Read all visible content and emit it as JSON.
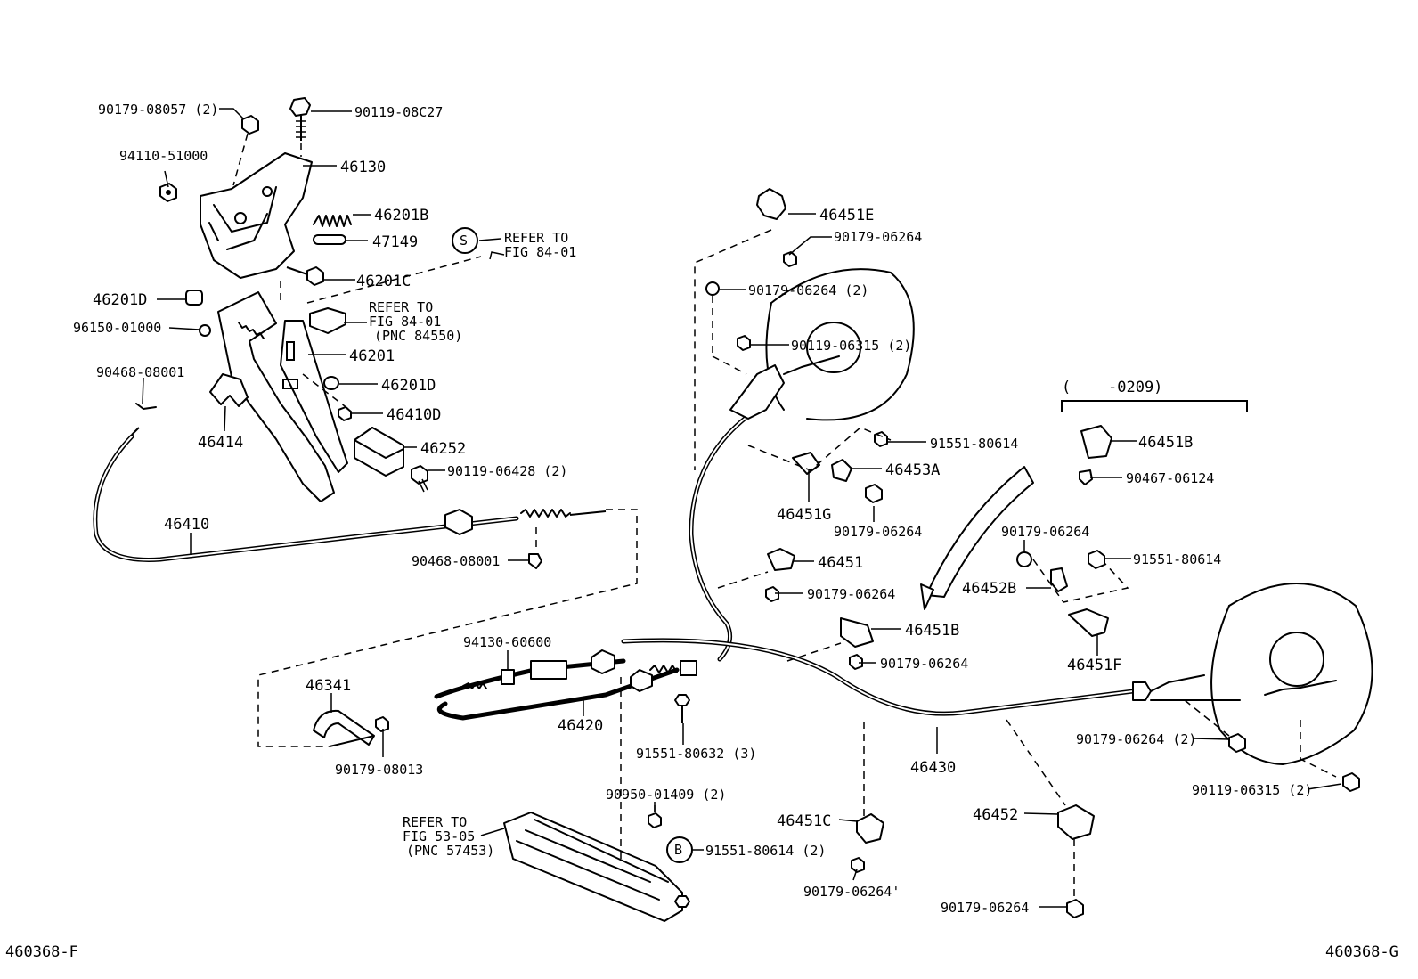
{
  "diagram_id_left": "460368-F",
  "diagram_id_right": "460368-G",
  "callouts": {
    "p90179_08057": "90179-08057 (2)",
    "p90119_08C27": "90119-08C27",
    "p94110_51000": "94110-51000",
    "p46130": "46130",
    "p46201B": "46201B",
    "p47149": "47149",
    "p46201C": "46201C",
    "p46201D_a": "46201D",
    "p96150_01000": "96150-01000",
    "p46201": "46201",
    "p90468_08001_a": "90468-08001",
    "p46201D_b": "46201D",
    "p46410D": "46410D",
    "p46414": "46414",
    "p46252": "46252",
    "p90119_06428": "90119-06428 (2)",
    "p46410": "46410",
    "p90468_08001_b": "90468-08001",
    "p94130_60600": "94130-60600",
    "p46341": "46341",
    "p90179_08013": "90179-08013",
    "p46420": "46420",
    "p91551_80632": "91551-80632 (3)",
    "p90950_01409": "90950-01409 (2)",
    "p91551_80614_b": "91551-80614 (2)",
    "p46451E": "46451E",
    "p90179_06264_a": "90179-06264",
    "p90179_06264_b": "90179-06264 (2)",
    "p90119_06315_a": "90119-06315 (2)",
    "p91551_80614_a": "91551-80614",
    "p46453A": "46453A",
    "p46451G": "46451G",
    "p90179_06264_c": "90179-06264",
    "p46451": "46451",
    "p90179_06264_d": "90179-06264",
    "p46451B_a": "46451B",
    "p90179_06264_e": "90179-06264",
    "p46430": "46430",
    "p46451C": "46451C",
    "p90179_06264_f": "90179-06264'",
    "p46452": "46452",
    "p90179_06264_g": "90179-06264",
    "p46451B_b": "46451B",
    "p90467_06124": "90467-06124",
    "p90179_06264_h": "90179-06264",
    "p91551_80614_c": "91551-80614",
    "p46452B": "46452B",
    "p46451F": "46451F",
    "p90179_06264_i": "90179-06264 (2)",
    "p90119_06315_b": "90119-06315 (2)"
  },
  "refers": {
    "s_line1": "REFER TO",
    "s_line2": "FIG 84-01",
    "a_line1": "REFER TO",
    "a_line2": "FIG 84-01",
    "a_line3": "(PNC 84550)",
    "b_line1": "REFER TO",
    "b_line2": "FIG 53-05",
    "b_line3": "(PNC 57453)"
  },
  "markers": {
    "s": "S",
    "b": "B"
  },
  "variant_bracket": {
    "open": "(",
    "code": "-0209)"
  }
}
